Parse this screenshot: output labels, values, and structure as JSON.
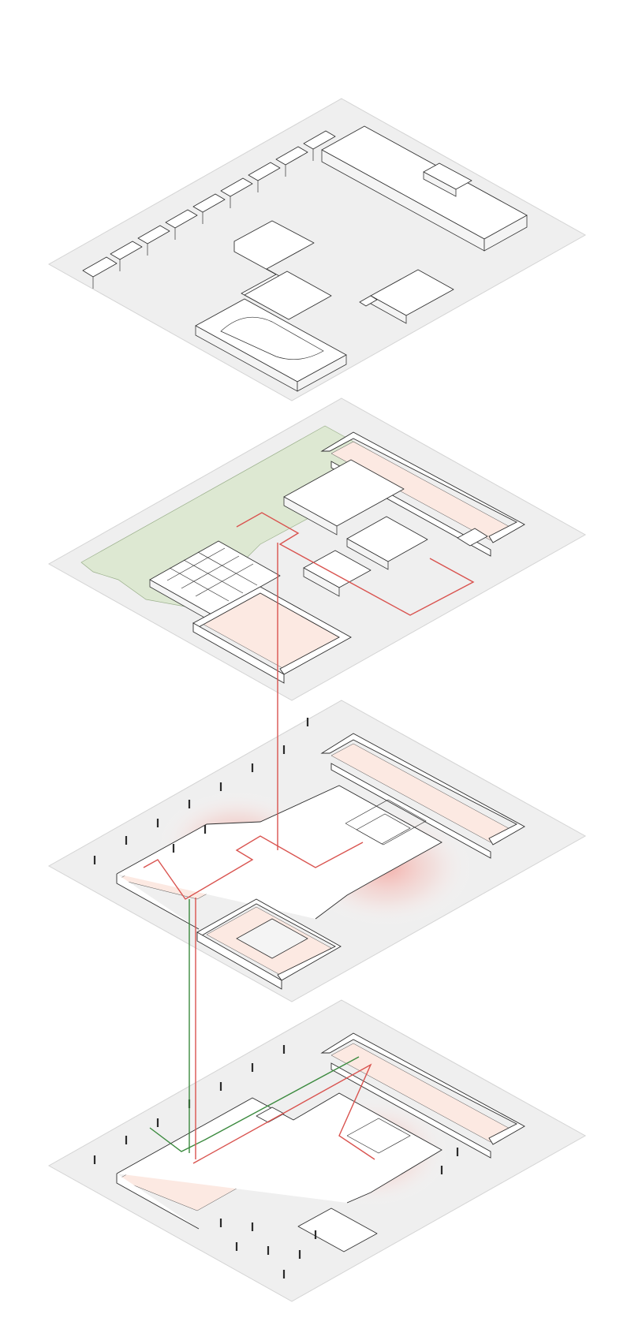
{
  "diagram": {
    "type": "exploded-axonometric",
    "levels": [
      {
        "id": "roof"
      },
      {
        "id": "ground-floor"
      },
      {
        "id": "basement-1"
      },
      {
        "id": "basement-2"
      }
    ],
    "colors": {
      "plate": "#efefef",
      "garden": "#dde8d2",
      "room_tint": "#fce9e2",
      "heat_glow": "#f6a6a0",
      "route_red": "#d9534f",
      "route_green": "#3b8a3e",
      "line": "#2d2d2d"
    }
  }
}
